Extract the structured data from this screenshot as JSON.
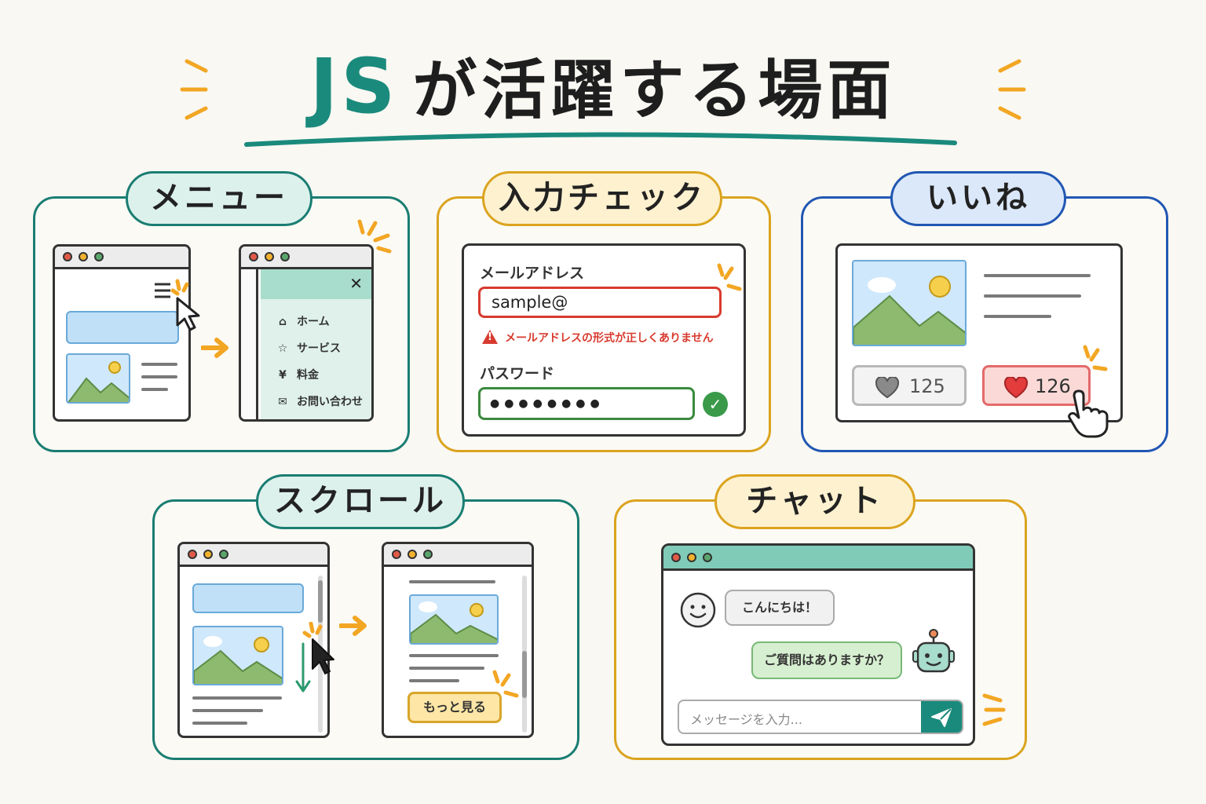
{
  "title": {
    "js": "JS",
    "rest": "が活躍する場面"
  },
  "panels": {
    "menu": {
      "label": "メニュー",
      "items": [
        {
          "icon": "home-icon",
          "glyph": "⌂",
          "label": "ホーム"
        },
        {
          "icon": "star-icon",
          "glyph": "☆",
          "label": "サービス"
        },
        {
          "icon": "yen-icon",
          "glyph": "¥",
          "label": "料金"
        },
        {
          "icon": "mail-icon",
          "glyph": "✉",
          "label": "お問い合わせ"
        }
      ],
      "close_glyph": "✕"
    },
    "input_check": {
      "label": "入力チェック",
      "email_label": "メールアドレス",
      "email_value": "sample@",
      "error_text": "メールアドレスの形式が正しくありません",
      "password_label": "パスワード",
      "password_value": "●●●●●●●●",
      "check_glyph": "✓",
      "warn_glyph": "!"
    },
    "like": {
      "label": "いいね",
      "before_count": "125",
      "after_count": "126"
    },
    "scroll": {
      "label": "スクロール",
      "more_button": "もっと見る"
    },
    "chat": {
      "label": "チャット",
      "user_message": "こんにちは！",
      "bot_message": "ご質問はありますか？",
      "input_placeholder": "メッセージを入力..."
    }
  },
  "colors": {
    "teal": "#1a8a7c",
    "gold": "#e0a81e",
    "blue": "#2157b3",
    "error": "#d83a2e",
    "success": "#3a9a4a",
    "spark": "#f2a623"
  }
}
